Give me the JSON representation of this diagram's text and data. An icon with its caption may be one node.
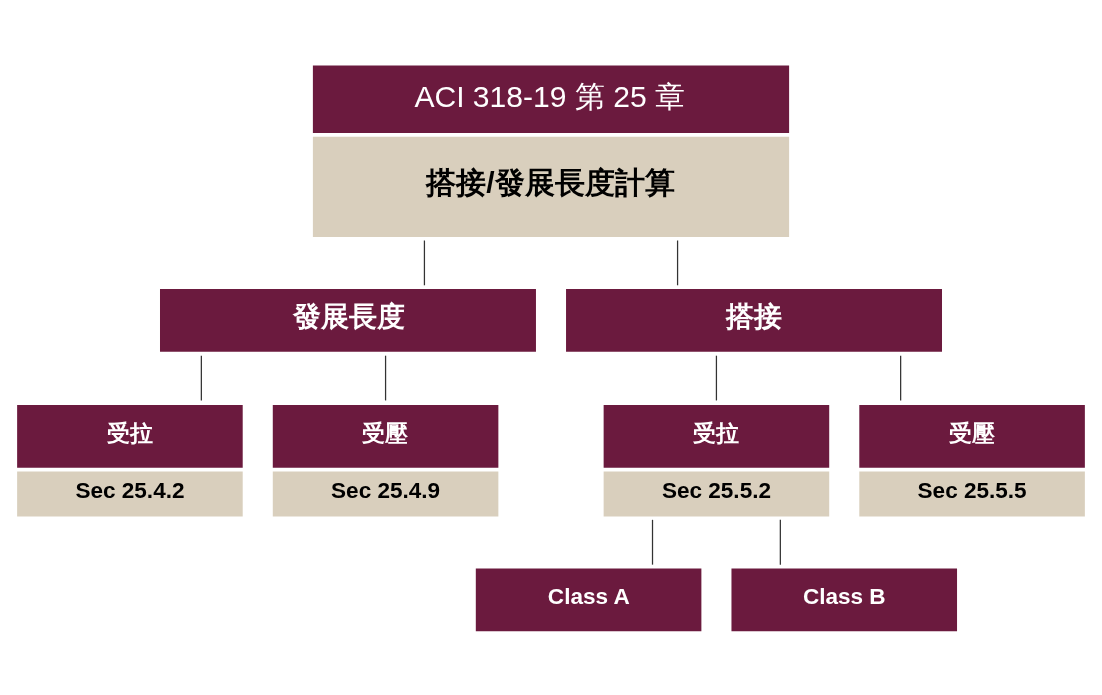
{
  "diagram": {
    "nodes": [
      {
        "text": [
          "ACI 318-19 第 25 章",
          "搭接/發展長度計算"
        ]
      },
      {
        "text": [
          "發展長度"
        ]
      },
      {
        "text": [
          "搭接"
        ]
      },
      {
        "text": [
          "受拉",
          "Sec 25.4.2"
        ]
      },
      {
        "text": [
          "受壓",
          "Sec 25.4.9"
        ]
      },
      {
        "text": [
          "受拉",
          "Sec 25.5.2"
        ]
      },
      {
        "text": [
          "受壓",
          "Sec 25.5.5"
        ]
      },
      {
        "text": [
          "Class A"
        ]
      },
      {
        "text": [
          "Class B"
        ]
      }
    ],
    "edges": [
      {
        "from": 0,
        "to": 1,
        "arrow": "none"
      },
      {
        "from": 0,
        "to": 2,
        "arrow": "none"
      },
      {
        "from": 1,
        "to": 3,
        "arrow": "none"
      },
      {
        "from": 1,
        "to": 4,
        "arrow": "none"
      },
      {
        "from": 2,
        "to": 5,
        "arrow": "none"
      },
      {
        "from": 2,
        "to": 6,
        "arrow": "none"
      },
      {
        "from": 5,
        "to": 7,
        "arrow": "none"
      },
      {
        "from": 5,
        "to": 8,
        "arrow": "none"
      }
    ]
  }
}
